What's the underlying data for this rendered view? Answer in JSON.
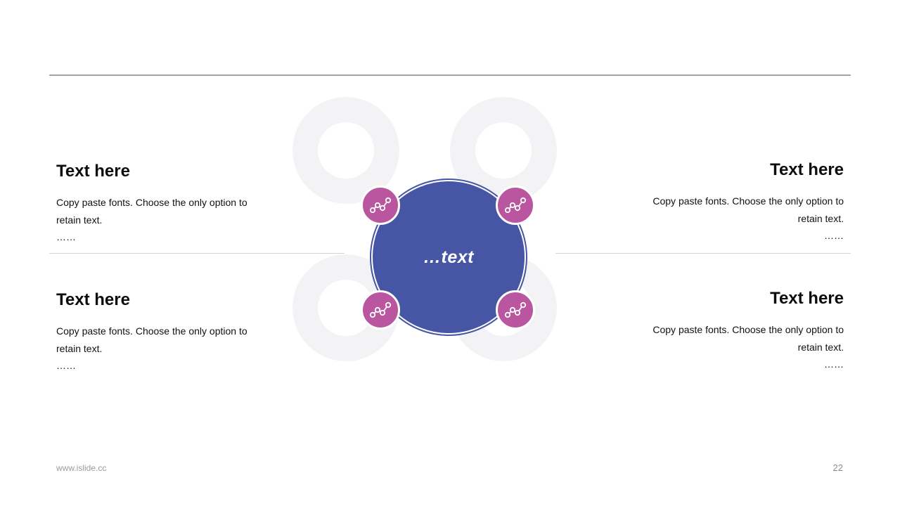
{
  "slide": {
    "diagram": {
      "center_label": "…text",
      "colors": {
        "center_blue": "#4656a5",
        "node_pink": "#ba55a0",
        "petal_gray": "#f3f3f5"
      },
      "node_icon": "trend-line-icon",
      "node_count": 4
    },
    "text_blocks": [
      {
        "position": "top-left",
        "align": "left",
        "title": "Text here",
        "lines": [
          "Copy paste fonts. Choose the only option to",
          "retain text.",
          "……"
        ]
      },
      {
        "position": "top-right",
        "align": "right",
        "title": "Text here",
        "lines": [
          "Copy paste fonts. Choose the only option to",
          "retain text.",
          "……"
        ]
      },
      {
        "position": "bottom-left",
        "align": "left",
        "title": "Text here",
        "lines": [
          "Copy paste fonts. Choose the only option to",
          "retain text.",
          "……"
        ]
      },
      {
        "position": "bottom-right",
        "align": "right",
        "title": "Text here",
        "lines": [
          "Copy paste fonts. Choose the only option to",
          "retain text.",
          "……"
        ]
      }
    ],
    "footer": {
      "url": "www.islide.cc",
      "page_number": "22"
    }
  }
}
